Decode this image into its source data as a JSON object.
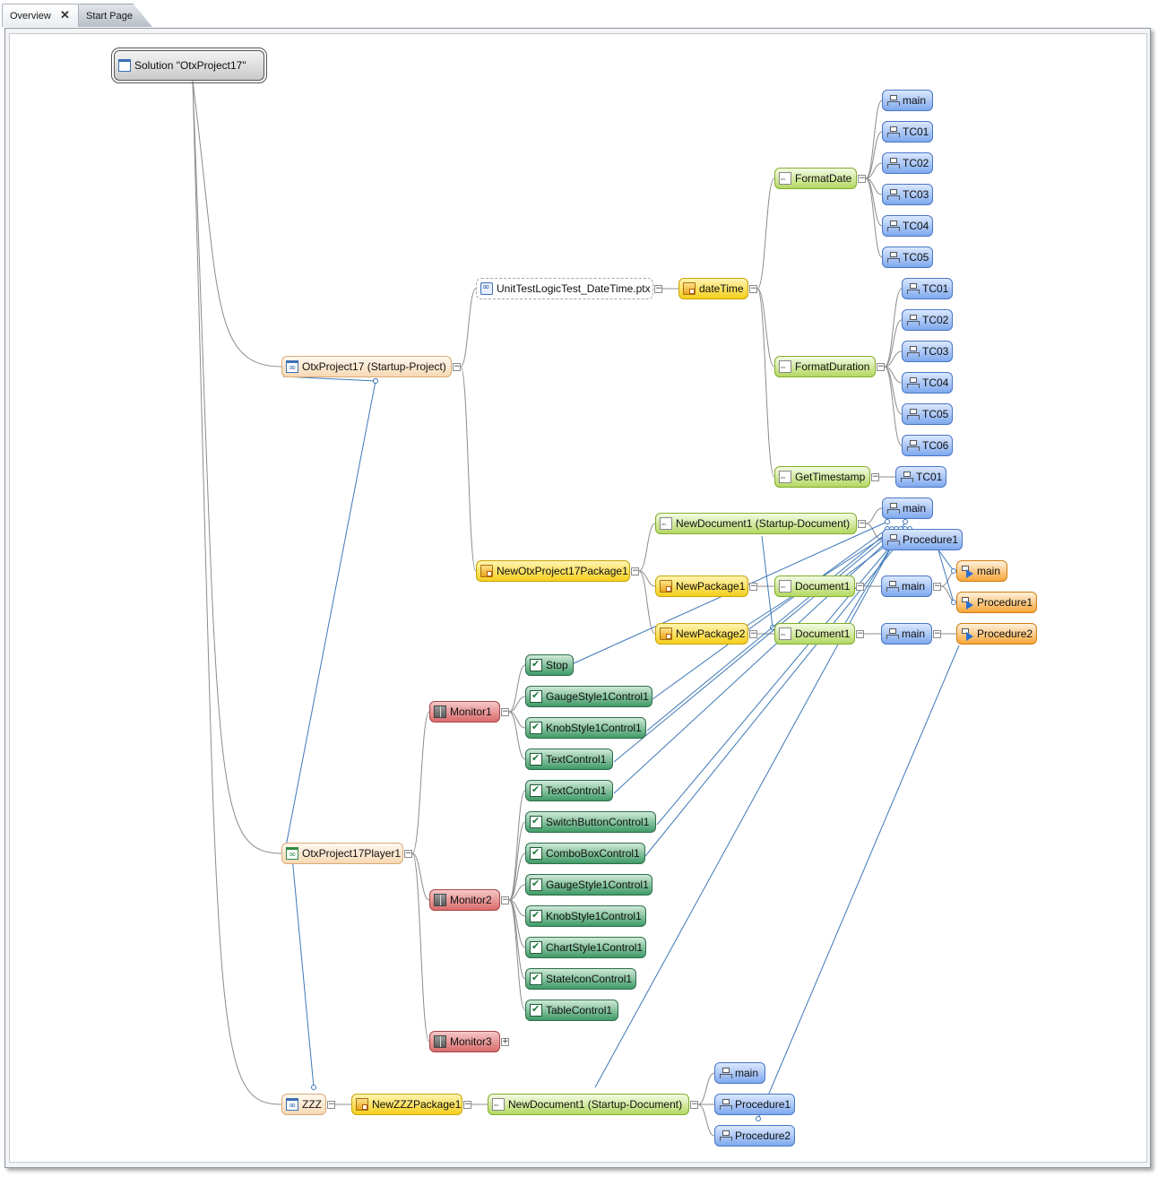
{
  "tabs": [
    {
      "label": "Overview",
      "close": "✕"
    },
    {
      "label": "Start Page"
    }
  ],
  "nodes": {
    "solution": "Solution \"OtxProject17\"",
    "otxProject17": "OtxProject17 (Startup-Project)",
    "unitTestFile": "UnitTestLogicTest_DateTime.ptx",
    "dateTime": "dateTime",
    "formatDate": "FormatDate",
    "fd_main": "main",
    "fd_tc01": "TC01",
    "fd_tc02": "TC02",
    "fd_tc03": "TC03",
    "fd_tc04": "TC04",
    "fd_tc05": "TC05",
    "formatDuration": "FormatDuration",
    "fdu_tc01": "TC01",
    "fdu_tc02": "TC02",
    "fdu_tc03": "TC03",
    "fdu_tc04": "TC04",
    "fdu_tc05": "TC05",
    "fdu_tc06": "TC06",
    "getTimestamp": "GetTimestamp",
    "gt_tc01": "TC01",
    "newOtxProject17Package1": "NewOtxProject17Package1",
    "newDocument1": "NewDocument1 (Startup-Document)",
    "nd_main": "main",
    "nd_procedure1": "Procedure1",
    "newPackage1": "NewPackage1",
    "np1_document1": "Document1",
    "np1_main": "main",
    "np1_o_main": "main",
    "np1_o_procedure1": "Procedure1",
    "newPackage2": "NewPackage2",
    "np2_document1": "Document1",
    "np2_main": "main",
    "np2_o_procedure2": "Procedure2",
    "player": "OtxProject17Player1",
    "monitor1": "Monitor1",
    "m1_stop": "Stop",
    "m1_gauge": "GaugeStyle1Control1",
    "m1_knob": "KnobStyle1Control1",
    "m1_text": "TextControl1",
    "monitor2": "Monitor2",
    "m2_text": "TextControl1",
    "m2_switch": "SwitchButtonControl1",
    "m2_combo": "ComboBoxControl1",
    "m2_gauge": "GaugeStyle1Control1",
    "m2_knob": "KnobStyle1Control1",
    "m2_chart": "ChartStyle1Control1",
    "m2_state": "StateIconControl1",
    "m2_table": "TableControl1",
    "monitor3": "Monitor3",
    "zzz": "ZZZ",
    "newZZZPackage1": "NewZZZPackage1",
    "zzz_newDocument1": "NewDocument1 (Startup-Document)",
    "zzz_main": "main",
    "zzz_procedure1": "Procedure1",
    "zzz_procedure2": "Procedure2"
  },
  "toggles": {
    "collapse": "−",
    "expand": "+"
  },
  "colors": {
    "tree_line": "#8c8c8c",
    "reference_line": "#3d78b8",
    "procedure": "#7fa9ee",
    "document": "#b4d862",
    "package": "#f5cf1c",
    "project": "#f7d9b3",
    "monitor": "#d96b6b",
    "control": "#3f9a67",
    "referenced_procedure": "#f7a63a"
  }
}
